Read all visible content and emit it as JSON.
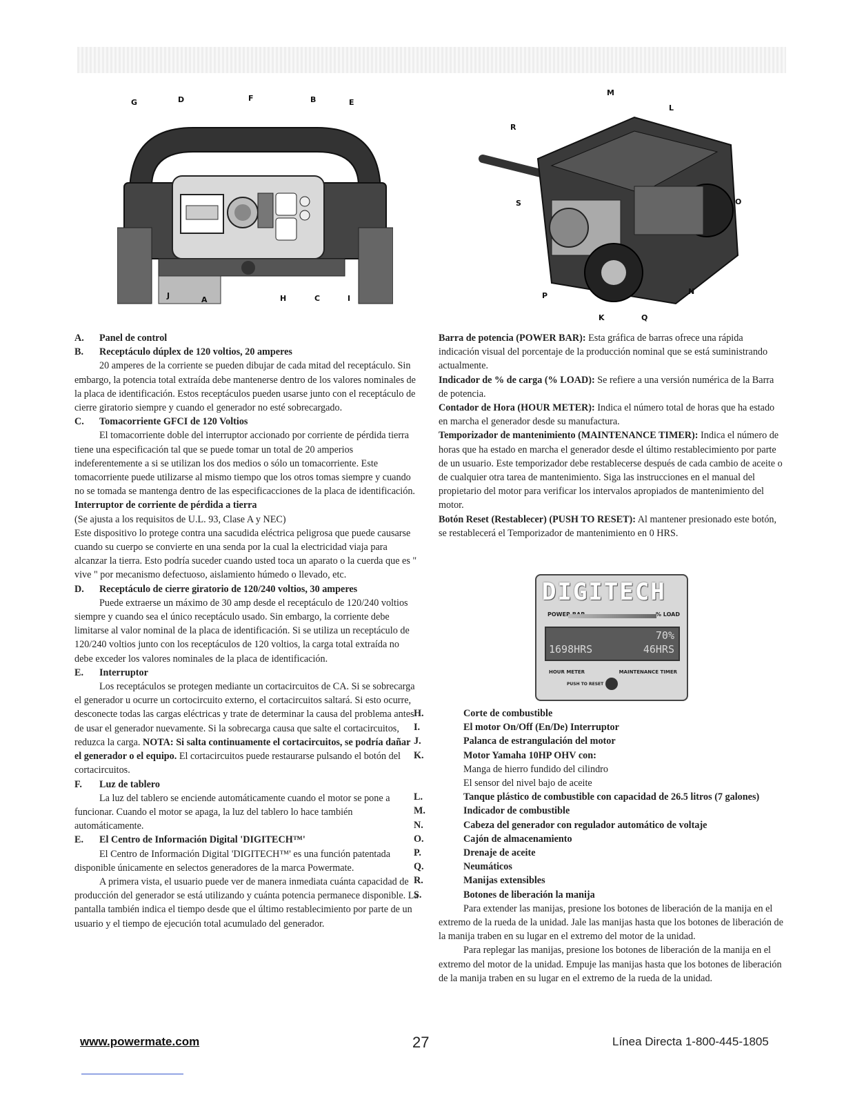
{
  "left_figure_labels": [
    "G",
    "D",
    "F",
    "B",
    "E",
    "J",
    "A",
    "H",
    "C",
    "I"
  ],
  "right_figure_labels": [
    "M",
    "L",
    "R",
    "S",
    "O",
    "P",
    "N",
    "K",
    "Q"
  ],
  "left_column": [
    {
      "type": "head",
      "key": "A.",
      "text": "Panel de control"
    },
    {
      "type": "head",
      "key": "B.",
      "text": "Receptáculo dúplex de 120 voltios, 20 amperes"
    },
    {
      "type": "para",
      "text": "20 amperes de la corriente se pueden dibujar de cada mitad del receptáculo.  Sin embargo, la potencia total extraída debe mantenerse dentro de los valores nominales de la placa de identificación. Estos receptáculos pueden usarse junto con el receptáculo de cierre giratorio siempre y cuando el generador no esté sobrecargado."
    },
    {
      "type": "head",
      "key": "C.",
      "text": "Tomacorriente GFCI de 120 Voltios"
    },
    {
      "type": "para",
      "text": "El tomacorriente doble del interruptor accionado por corriente de pérdida  tierra tiene una especificación tal que se puede tomar un total de 20 amperios indeferentemente a si se utilizan los dos medios o sólo un tomacorriente.  Este tomacorriente puede utilizarse al mismo tiempo que los otros tomas siempre y cuando no se tomada se mantenga dentro de las especificacciones de la placa de identificación."
    },
    {
      "type": "bold",
      "text": "Interruptor de corriente de pérdida a tierra"
    },
    {
      "type": "plain",
      "text": "(Se ajusta a los requisitos de U.L. 93, Clase A y NEC)"
    },
    {
      "type": "plain",
      "text": "Este dispositivo lo protege contra una sacudida eléctrica peligrosa que puede causarse cuando su cuerpo se convierte en una senda por la cual la electricidad viaja para alcanzar la tierra.  Esto podría suceder cuando usted toca un aparato o la cuerda que es \" vive \" por mecanismo defectuoso, aislamiento húmedo o llevado, etc."
    },
    {
      "type": "head",
      "key": "D.",
      "text": "Receptáculo de cierre giratorio de 120/240 voltios, 30 amperes"
    },
    {
      "type": "para",
      "text": "Puede extraerse un máximo de 30 amp desde el receptáculo de 120/240 voltios siempre y cuando sea el único receptáculo usado. Sin embargo, la corriente debe limitarse al valor nominal de la placa de identificación. Si se utiliza un receptáculo de 120/240 voltios junto con los receptáculos de 120 voltios, la carga total extraída no debe exceder los valores nominales de la placa de identificación."
    },
    {
      "type": "head",
      "key": "E.",
      "text": "Interruptor"
    },
    {
      "type": "para_rich",
      "pre": "Los receptáculos se protegen mediante un cortacircuitos de CA. Si se sobrecarga el generador u ocurre un cortocircuito externo, el cortacircuitos saltará. Si esto ocurre, desconecte todas las cargas eléctricas y trate de determinar la causa del problema antes de usar el generador nuevamente. Si la sobrecarga causa que salte el cortacircuitos, reduzca la carga. ",
      "bold": "NOTA:  Si salta continuamente el cortacircuitos, se podría dañar el generador o el equipo.",
      "post": " El cortacircuitos puede restaurarse pulsando el botón del cortacircuitos."
    },
    {
      "type": "head",
      "key": "F.",
      "text": "Luz de tablero"
    },
    {
      "type": "para",
      "text": "La luz del tablero se enciende automáticamente cuando el motor se pone a funcionar.  Cuando el motor se apaga, la luz del tablero lo hace también automáticamente."
    },
    {
      "type": "head",
      "key": "E.",
      "text": "El Centro de Información Digital 'DIGITECH™'"
    },
    {
      "type": "para",
      "text": "El Centro de Información Digital 'DIGITECH™' es una función patentada disponible únicamente en selectos generadores de la marca Powermate."
    },
    {
      "type": "para",
      "text": "A primera vista, el usuario puede ver de manera inmediata cuánta capacidad de producción del generador se está utilizando y cuánta potencia permanece disponible. La pantalla también indica el tiempo desde que el último restablecimiento por parte de un usuario y el tiempo de ejecución total acumulado del generador."
    }
  ],
  "right_column": [
    {
      "bold": "Barra de potencia (POWER BAR):",
      "text": " Esta gráfica de barras ofrece una rápida indicación visual del porcentaje de la producción nominal que se está suministrando actualmente."
    },
    {
      "bold": "Indicador de % de carga (% LOAD):",
      "text": " Se refiere a una versión numérica de la Barra de potencia."
    },
    {
      "bold": "Contador de Hora (HOUR METER):",
      "text": " Indica el número total de horas que ha estado en marcha el generador desde su manufactura."
    },
    {
      "bold": "Temporizador de mantenimiento (MAINTENANCE TIMER):",
      "text": " Indica el número de horas que ha estado en marcha el generador desde el último restablecimiento por parte de un usuario. Este temporizador debe restablecerse después de cada cambio de aceite o de cualquier otra tarea de mantenimiento. Siga las instrucciones en el manual del propietario del motor para verificar los intervalos apropiados de mantenimiento del motor."
    },
    {
      "bold": "Botón Reset (Restablecer) (PUSH TO RESET):",
      "text": "  Al mantener presionado este botón, se restablecerá el Temporizador de mantenimiento en 0 HRS."
    }
  ],
  "display": {
    "logo": "DIGITECH",
    "power_bar": "POWER BAR",
    "load": "% LOAD",
    "load_value": "70%",
    "hours": "1698HRS",
    "maint": "46HRS",
    "hour_meter": "HOUR METER",
    "maint_timer": "MAINTENANCE TIMER",
    "push": "PUSH TO RESET"
  },
  "right_list": [
    {
      "key": "H.",
      "text": "Corte de combustible"
    },
    {
      "key": "I.",
      "text": "El motor On/Off (En/De) Interruptor"
    },
    {
      "key": "J.",
      "text": "Palanca de estrangulación del motor"
    },
    {
      "key": "K.",
      "text": "Motor Yamaha 10HP OHV con:"
    },
    {
      "sub": "Manga de hierro fundido del cilindro"
    },
    {
      "sub": "El sensor del nivel bajo de aceite"
    },
    {
      "key": "L.",
      "text": "Tanque plástico de combustible con capacidad de 26.5 litros (7 galones)"
    },
    {
      "key": "M.",
      "text": "Indicador de combustible"
    },
    {
      "key": "N.",
      "text": "Cabeza del generador con regulador automático de voltaje"
    },
    {
      "key": "O.",
      "text": "Cajón de almacenamiento"
    },
    {
      "key": "P.",
      "text": "Drenaje de aceite"
    },
    {
      "key": "Q.",
      "text": "Neumáticos"
    },
    {
      "key": "R.",
      "text": "Manijas extensibles"
    },
    {
      "key": "S.",
      "text": "Botones de liberación la manija"
    },
    {
      "para": "Para extender las manijas, presione los botones de liberación de la manija en el extremo de la rueda de la unidad.  Jale las manijas hasta que los botones de liberación de la manija traben en su lugar en el extremo del motor de la unidad."
    },
    {
      "para": "Para replegar las manijas, presione los botones de liberación de la manija en el extremo del motor de la unidad.  Empuje las manijas hasta que los botones de liberación de la manija traben en su lugar en el extremo de la rueda de la unidad."
    }
  ],
  "footer": {
    "url": "www.powermate.com",
    "page": "27",
    "hotline": "Línea Directa 1-800-445-1805"
  }
}
